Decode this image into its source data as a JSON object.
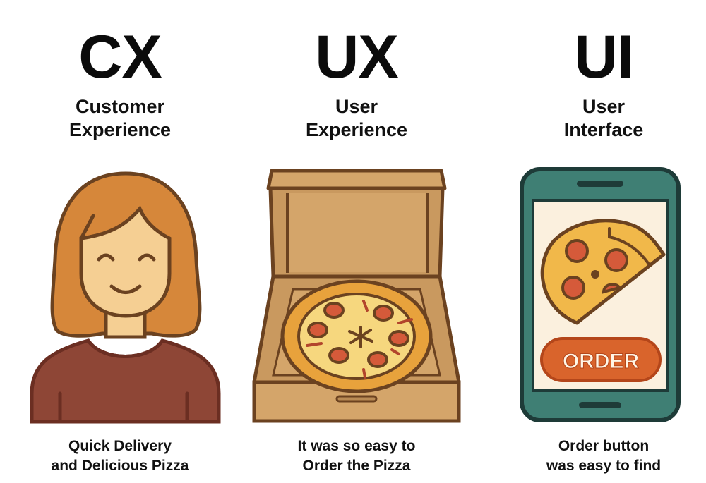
{
  "columns": [
    {
      "id": "cx",
      "acronym": "CX",
      "title_lines": [
        "Customer",
        "Experience"
      ],
      "illustration": "woman-smiling-icon",
      "caption_lines": [
        "Quick Delivery",
        "and Delicious Pizza"
      ]
    },
    {
      "id": "ux",
      "acronym": "UX",
      "title_lines": [
        "User",
        "Experience"
      ],
      "illustration": "pizza-box-icon",
      "caption_lines": [
        "It was so easy to",
        "Order the Pizza"
      ]
    },
    {
      "id": "ui",
      "acronym": "UI",
      "title_lines": [
        "User",
        "Interface"
      ],
      "illustration": "smartphone-order-icon",
      "button_label": "ORDER",
      "caption_lines": [
        "Order button",
        "was easy to find"
      ]
    }
  ],
  "colors": {
    "hair": "#D6873A",
    "skin": "#F5CF93",
    "shirt": "#8E4636",
    "outline": "#6B4220",
    "cardboard": "#D4A56A",
    "cardboard_dark": "#B98B55",
    "pizza_crust": "#E8A23C",
    "pizza_cheese": "#F6D77E",
    "pepperoni": "#D55A3A",
    "phone_body": "#3F7F74",
    "phone_outline": "#1E3B38",
    "screen": "#FBF0DE",
    "order_button": "#D9642C",
    "order_text": "#FFF6E6"
  }
}
